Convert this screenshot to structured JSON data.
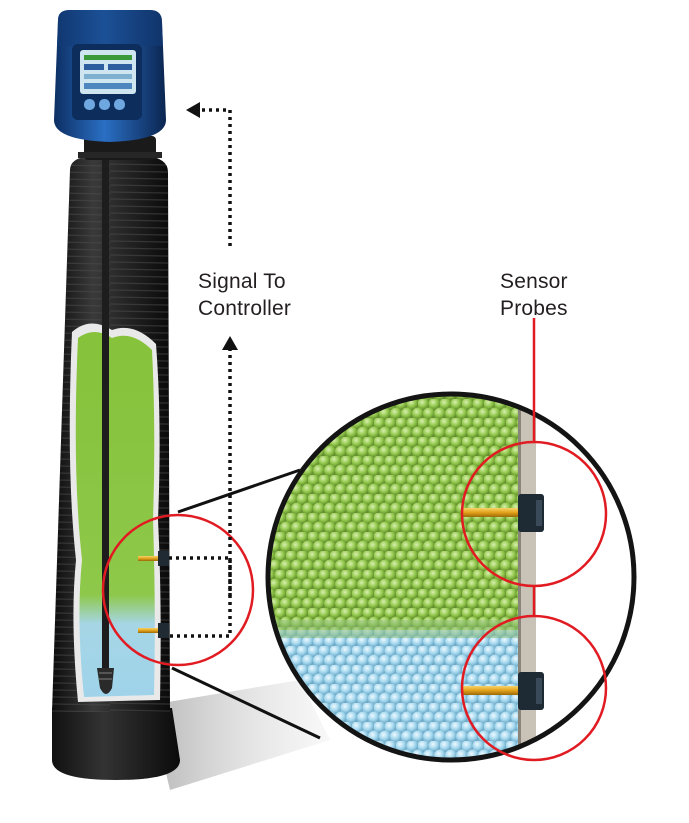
{
  "labels": {
    "signal_line1": "Signal To",
    "signal_line2": "Controller",
    "sensor_line1": "Sensor",
    "sensor_line2": "Probes"
  },
  "colors": {
    "resin_green": "#8cc63f",
    "resin_blue": "#a8d8ee",
    "callout_red": "#e11b22",
    "tank_black": "#1c1c1c",
    "controller_blue": "#1f5fae",
    "probe_gold": "#e8a317"
  },
  "icons": [
    "water-softener-tank",
    "controller-head",
    "sensor-probe-icon",
    "arrow-up-icon"
  ]
}
